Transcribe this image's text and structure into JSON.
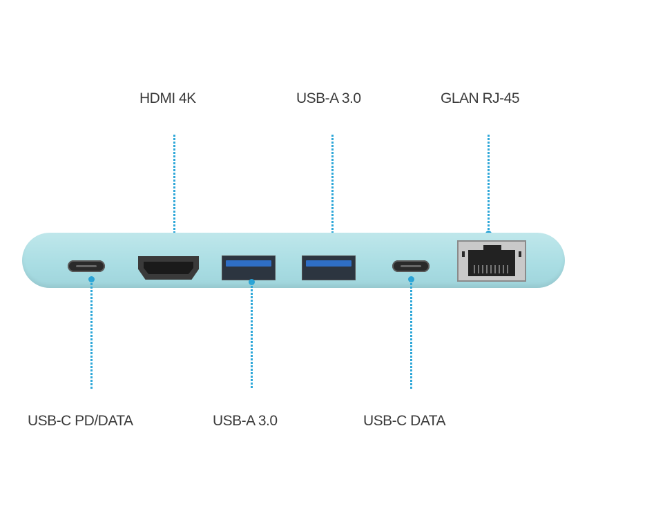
{
  "diagram": {
    "type": "port-layout",
    "subject": "USB-C multiport hub",
    "colors": {
      "hub_body": "#a9dde3",
      "leader_line": "#2ea7d8",
      "label_text": "#3a3a3a",
      "usb3_blue": "#2f6fc6"
    },
    "ports_left_to_right": [
      {
        "id": "usbc-pd",
        "label": "USB-C PD/DATA",
        "label_position": "bottom"
      },
      {
        "id": "hdmi",
        "label": "HDMI 4K",
        "label_position": "top"
      },
      {
        "id": "usba-1",
        "label": "USB-A 3.0",
        "label_position": "bottom"
      },
      {
        "id": "usba-2",
        "label": "USB-A 3.0",
        "label_position": "top"
      },
      {
        "id": "usbc-data",
        "label": "USB-C DATA",
        "label_position": "bottom"
      },
      {
        "id": "rj45",
        "label": "GLAN RJ-45",
        "label_position": "top"
      }
    ]
  },
  "labels": {
    "hdmi": "HDMI 4K",
    "usba_top": "USB-A 3.0",
    "glan": "GLAN RJ-45",
    "usbc_pd": "USB-C PD/DATA",
    "usba_bottom": "USB-A 3.0",
    "usbc_data": "USB-C DATA"
  }
}
